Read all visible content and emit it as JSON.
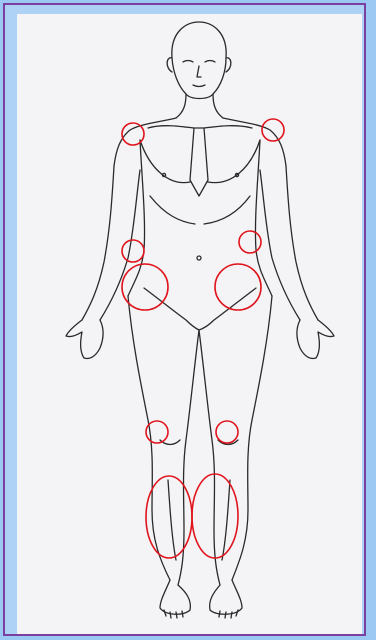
{
  "image": {
    "subject": "anterior-body-outline",
    "marker_color": "#e0141c",
    "line_color": "#2a2a2a"
  },
  "markers": [
    {
      "id": "left-shoulder"
    },
    {
      "id": "right-shoulder"
    },
    {
      "id": "left-elbow"
    },
    {
      "id": "right-elbow"
    },
    {
      "id": "left-hip"
    },
    {
      "id": "right-hip"
    },
    {
      "id": "left-knee"
    },
    {
      "id": "right-knee"
    },
    {
      "id": "left-shin"
    },
    {
      "id": "right-shin"
    }
  ]
}
